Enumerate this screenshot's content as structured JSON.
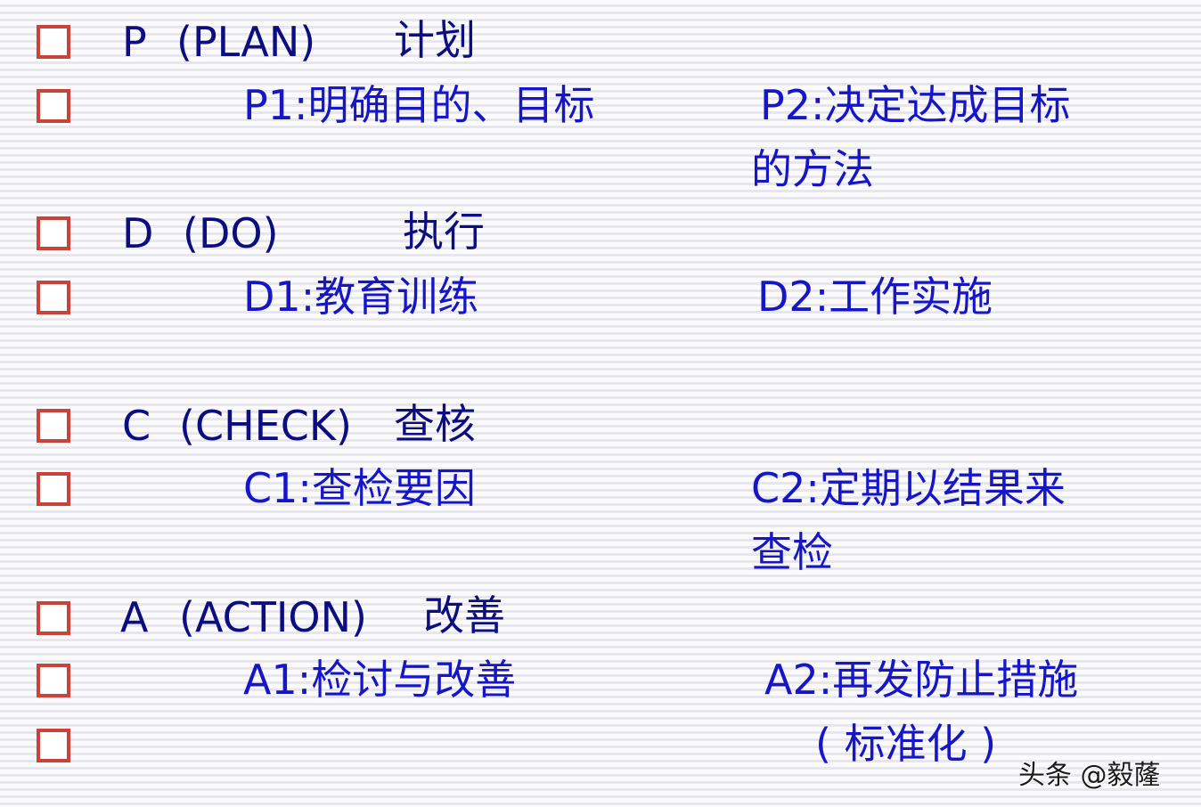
{
  "slide": {
    "theme_colors": {
      "bullet_border": "#c9433b",
      "heading_text": "#0d0d82",
      "subitem_text": "#1616c8",
      "background": "#fbfbfd",
      "stripe": "#e6e7ec"
    },
    "bullets": [
      {
        "icon": "hollow-square-bullet"
      },
      {
        "icon": "hollow-square-bullet"
      },
      {
        "icon": "hollow-square-bullet"
      },
      {
        "icon": "hollow-square-bullet"
      },
      {
        "icon": "hollow-square-bullet"
      },
      {
        "icon": "hollow-square-bullet"
      },
      {
        "icon": "hollow-square-bullet"
      },
      {
        "icon": "hollow-square-bullet"
      },
      {
        "icon": "hollow-square-bullet"
      }
    ],
    "plan": {
      "letter": "P",
      "english": "(PLAN)",
      "chinese": "计划",
      "item1": "P1:明确目的、目标",
      "item2_line1": "P2:决定达成目标",
      "item2_line2": "的方法"
    },
    "do": {
      "letter": "D",
      "english": "(DO)",
      "chinese": "执行",
      "item1": "D1:教育训练",
      "item2": "D2:工作实施"
    },
    "check": {
      "letter": "C",
      "english": "(CHECK)",
      "chinese": "查核",
      "item1": "C1:查检要因",
      "item2_line1": "C2:定期以结果来",
      "item2_line2": "查检"
    },
    "action": {
      "letter": "A",
      "english": "(ACTION)",
      "chinese": "改善",
      "item1": "A1:检讨与改善",
      "item2_line1": "A2:再发防止措施",
      "item2_line2": "( 标准化 )"
    }
  },
  "watermark": {
    "text": "头条 @毅蕯"
  }
}
